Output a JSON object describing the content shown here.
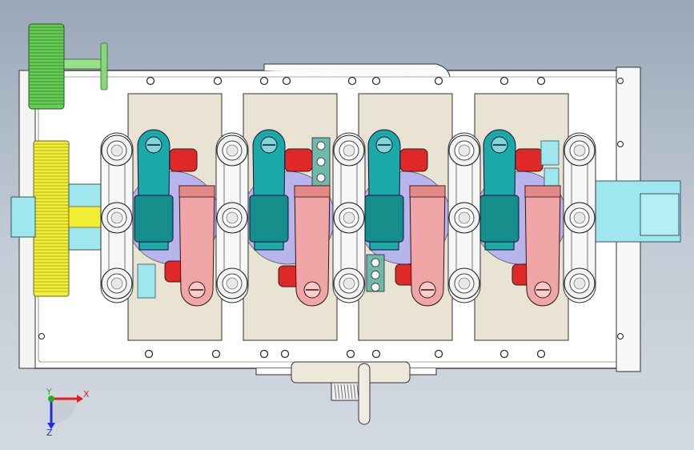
{
  "viewport": {
    "background_top": "#9aa7b8",
    "background_bottom": "#d3d9e1"
  },
  "triad": {
    "x_label": "X",
    "y_label": "Y",
    "z_label": "Z",
    "x_color": "#e02020",
    "y_color": "#20b020",
    "z_color": "#2030d0"
  },
  "colors": {
    "block": "#ffffff",
    "bay": "#e9e3d4",
    "rocker_teal": "#1ca8a6",
    "rocker_pink": "#f0a6a6",
    "crank_disc": "#b8b4ee",
    "shaft_yellow": "#f2ee36",
    "shaft_cyan": "#9fe6ee",
    "gear_green": "#66cc55",
    "gear_yellow": "#f2ee36",
    "red_part": "#e02828"
  },
  "cylinders": [
    {
      "id": 1
    },
    {
      "id": 2
    },
    {
      "id": 3
    },
    {
      "id": 4
    }
  ]
}
